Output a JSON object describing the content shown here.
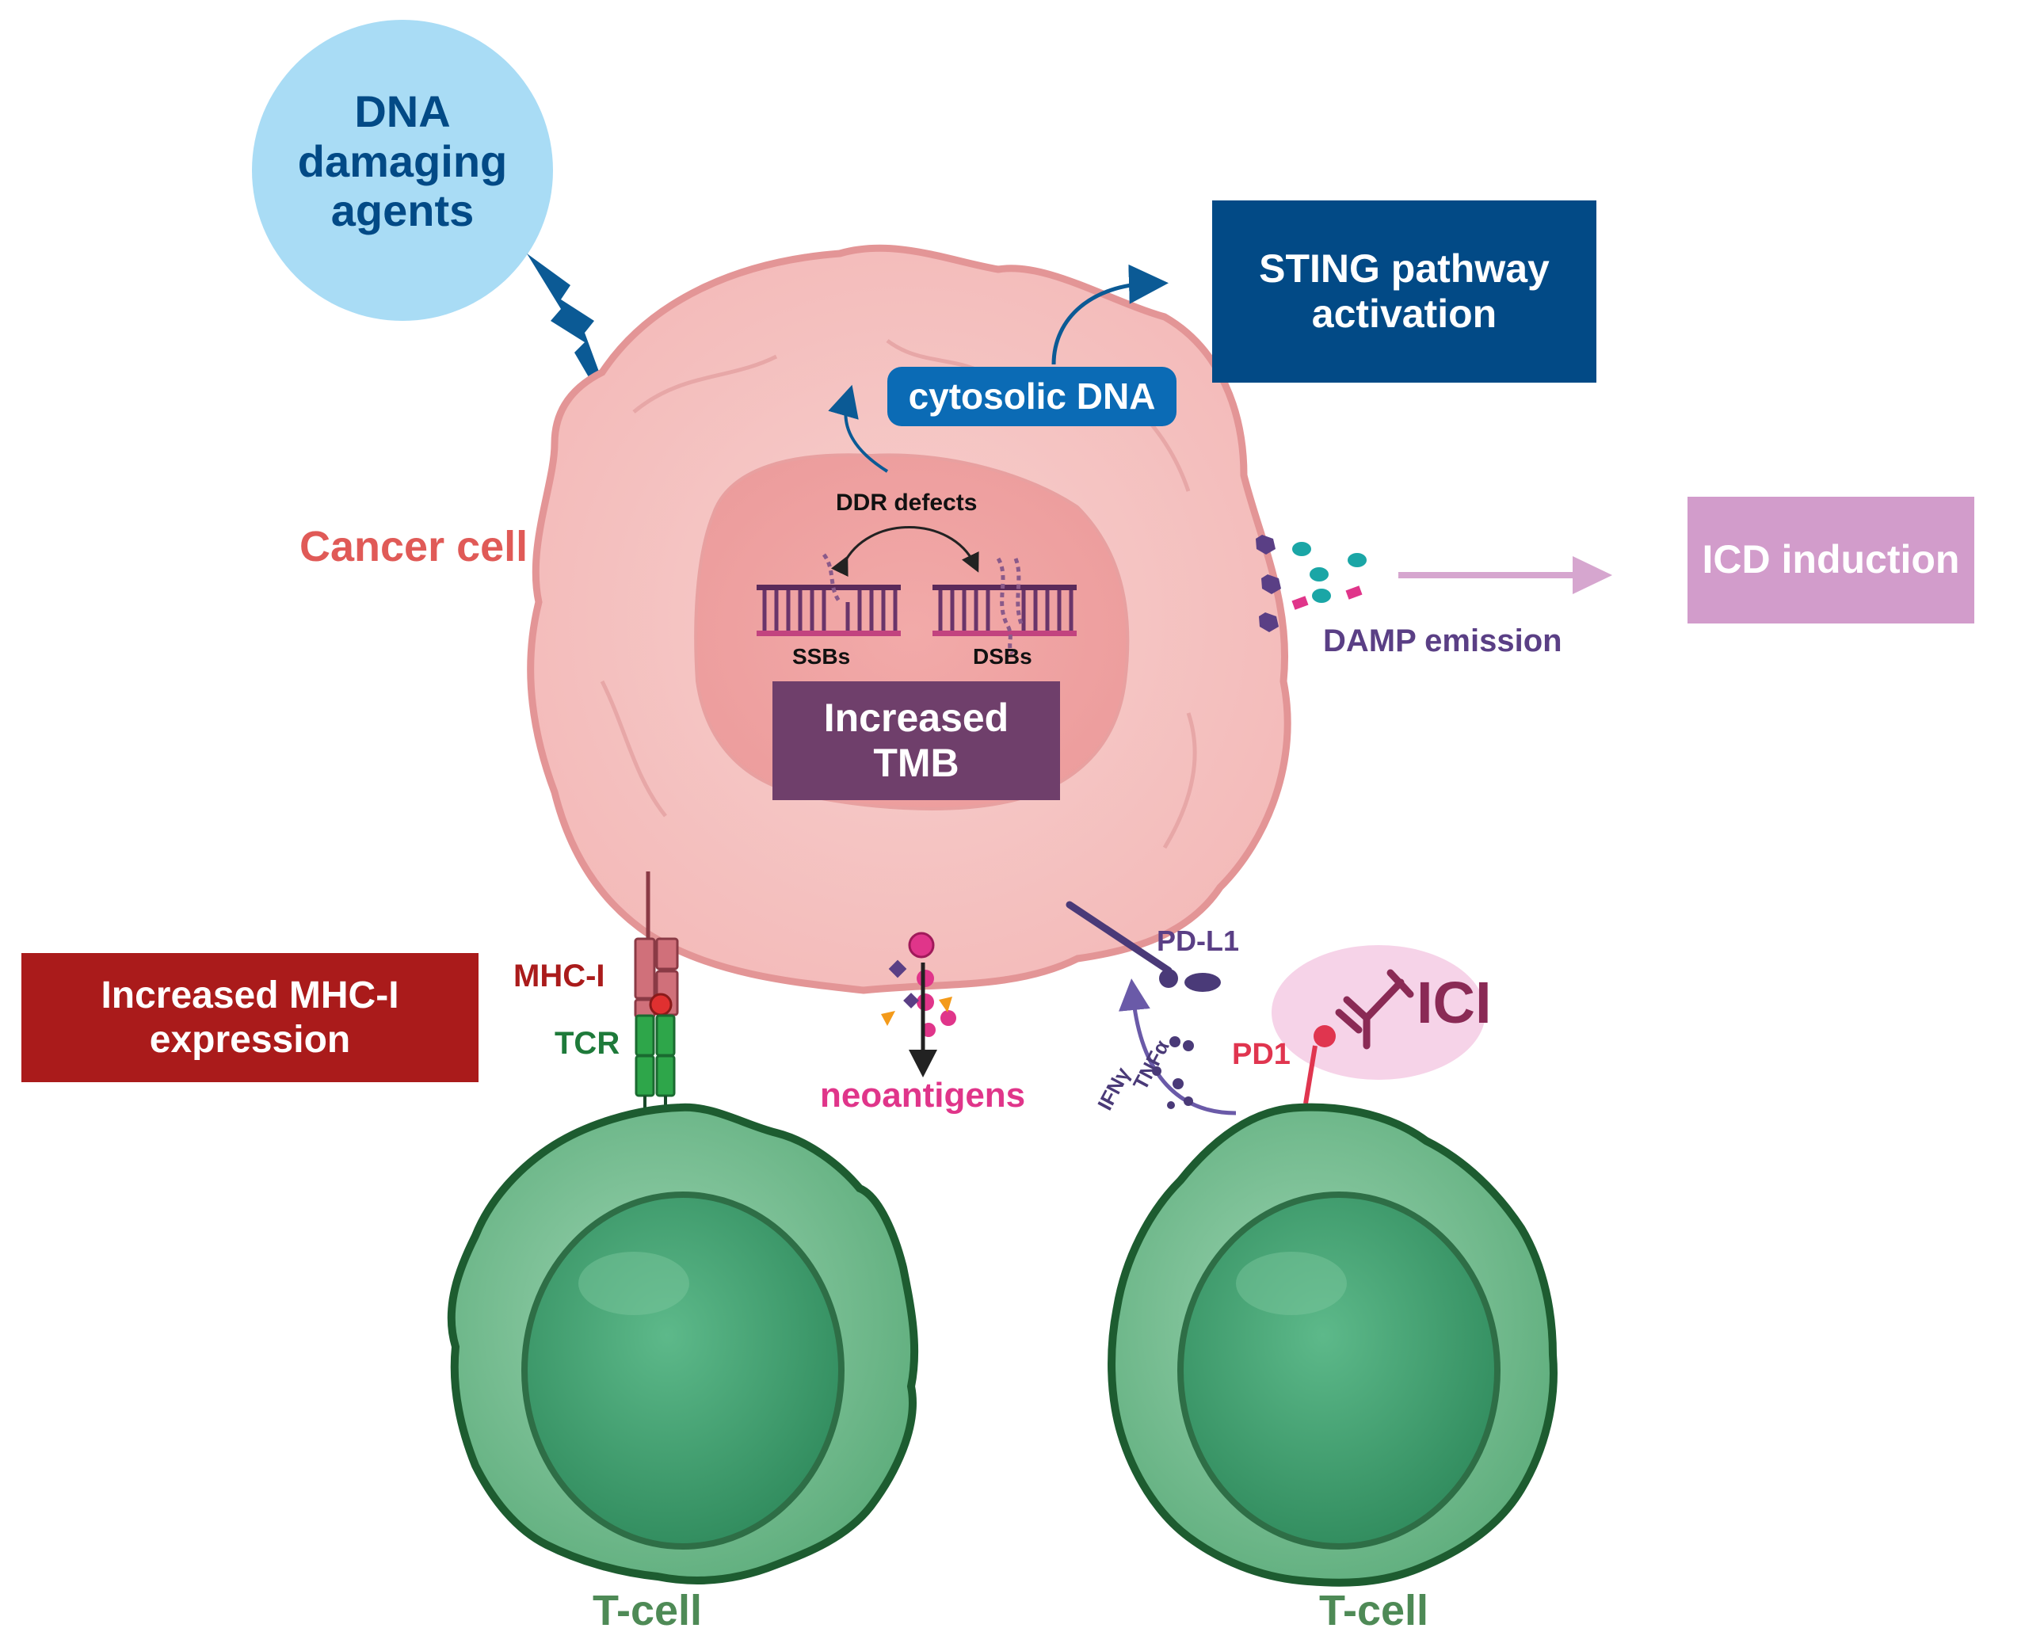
{
  "agents_bubble": {
    "line1": "DNA",
    "line2": "damaging",
    "line3": "agents"
  },
  "sting_box": {
    "line1": "STING pathway",
    "line2": "activation"
  },
  "cytosolic_dna": "cytosolic DNA",
  "icd_box": "ICD induction",
  "damp_label": "DAMP emission",
  "cancer_cell_label": "Cancer cell",
  "ddr_label": "DDR defects",
  "ssb_label": "SSBs",
  "dsb_label": "DSBs",
  "tmb_box": {
    "line1": "Increased",
    "line2": "TMB"
  },
  "mhc_box": {
    "line1": "Increased MHC-I",
    "line2": "expression"
  },
  "mhc_label": "MHC-I",
  "tcr_label": "TCR",
  "neoantigens_label": "neoantigens",
  "pdl1_label": "PD-L1",
  "pd1_label": "PD1",
  "ici_label": "ICI",
  "ifn_label": "IFNγ",
  "tnf_label": "TNFα",
  "tcell_left_label": "T-cell",
  "tcell_right_label": "T-cell",
  "colors": {
    "dark_blue": "#024a86",
    "mid_blue": "#0b6bb5",
    "light_blue_bubble": "#a9dcf5",
    "cancer_pink": "#f5c3c2",
    "cancer_outline": "#e39596",
    "nucleus": "#f0a2a2",
    "tmb_purple": "#6f3f6b",
    "icd_pink": "#d29ccb",
    "mhc_red": "#aa1b1b",
    "tcell_green": "#4a9a6c",
    "tcell_outline": "#1d5c30",
    "label_red": "#e05a57",
    "label_green": "#4e8a56",
    "neo_pink": "#e0358a",
    "purple_text": "#5a3f85"
  }
}
